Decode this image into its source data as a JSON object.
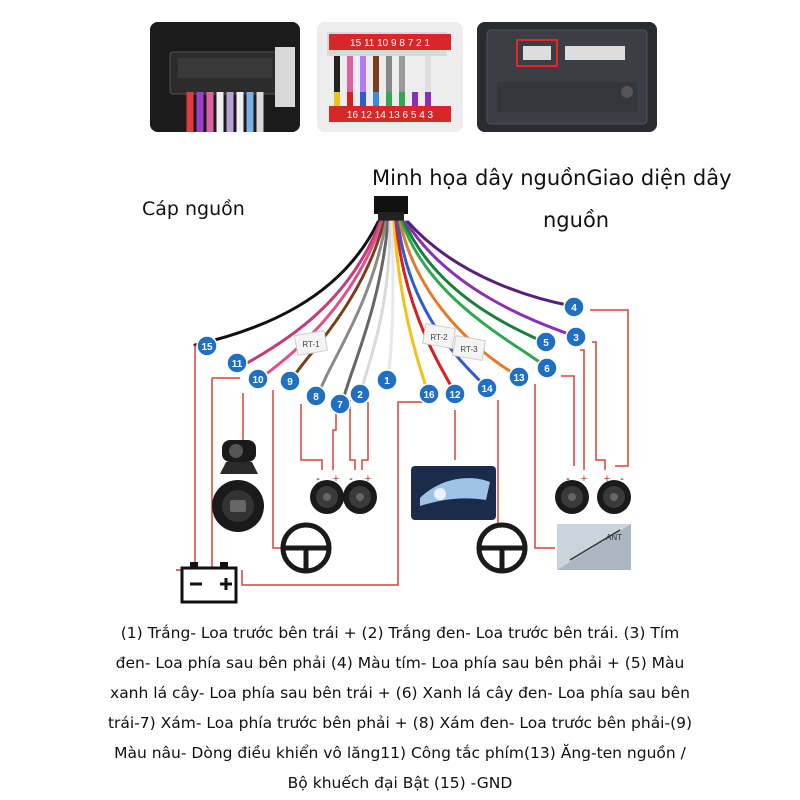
{
  "title_cable": "Cáp nguồn",
  "title_main": "Minh họa dây nguồnGiao diện dây",
  "title_main_cont": "nguồn",
  "photo2_top_numbers": "15 11 10 9 8 7 2 1",
  "photo2_bottom_numbers": "16 12 14 13 6 5 4 3",
  "wire_numbers": [
    "15",
    "11",
    "10",
    "9",
    "8",
    "7",
    "2",
    "1",
    "16",
    "12",
    "14",
    "13",
    "6",
    "5",
    "4",
    "3"
  ],
  "connector_labels": [
    "RT-1",
    "RT-2",
    "RT-3"
  ],
  "antenna_label": "ANT",
  "plus": "+",
  "minus": "-",
  "caption_lines": [
    "(1) Trắng- Loa trước bên trái + (2) Trắng đen- Loa trước bên trái. (3) Tím",
    "đen- Loa phía sau bên phải (4) Màu tím- Loa phía sau bên phải + (5) Màu",
    "xanh lá cây- Loa phía sau bên trái + (6) Xanh lá cây đen- Loa phía sau bên",
    "trái-7) Xám- Loa phía trước bên phải + (8) Xám đen- Loa trước bên phải-(9)",
    "Màu nâu- Dòng điều khiển vô lăng11) Công tắc phím(13) Ăng-ten nguồn /",
    "Bộ khuếch đại Bật (15) -GND"
  ],
  "colors": {
    "badge": "#1f6fc2",
    "red_line": "#d9423a",
    "wire_white": "#e8e8e8",
    "wire_purple": "#8b2fb5",
    "wire_green": "#2fa84f",
    "wire_gray": "#8a8a8a",
    "wire_brown": "#7a3f1a",
    "wire_red": "#d42020",
    "wire_yellow": "#f2c21b",
    "wire_blue": "#2d5bd8",
    "wire_black": "#111111",
    "wire_pink": "#e0508c",
    "wire_orange": "#e57a2a"
  }
}
